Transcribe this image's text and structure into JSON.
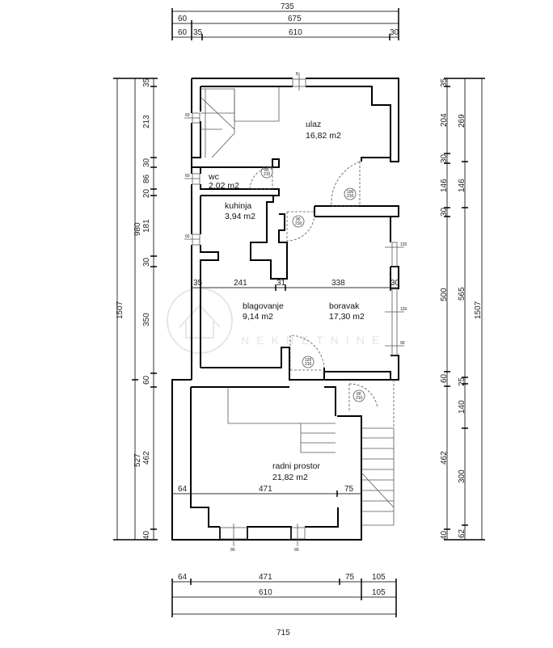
{
  "dimensions": {
    "top": {
      "overall": "735",
      "row2": [
        "60",
        "675"
      ],
      "row3": [
        "60",
        "35",
        "610",
        "30"
      ]
    },
    "bottom": {
      "row1": [
        "64",
        "471",
        "75",
        "105"
      ],
      "row2": [
        "610",
        "105"
      ],
      "overall": "715"
    },
    "left": {
      "overall": "1507",
      "row2": [
        "980",
        "527"
      ],
      "row3": [
        "35",
        "213",
        "30",
        "86",
        "20",
        "181",
        "30",
        "350",
        "60",
        "462",
        "40"
      ]
    },
    "right": {
      "row1": [
        "35",
        "204",
        "30",
        "146",
        "30",
        "500",
        "60",
        "462",
        "40"
      ],
      "row2": [
        "269",
        "146",
        "565",
        "25",
        "140",
        "300",
        "62"
      ],
      "overall": "1507"
    },
    "interior": {
      "row_a": [
        "35",
        "241",
        "31",
        "338",
        "30"
      ],
      "row_b": [
        "64",
        "471",
        "75"
      ]
    }
  },
  "rooms": [
    {
      "name": "ulaz",
      "area": "16,82 m2"
    },
    {
      "name": "wc",
      "area": "2,02 m2"
    },
    {
      "name": "kuhinja",
      "area": "3,94 m2"
    },
    {
      "name": "blagovanje",
      "area": "9,14 m2"
    },
    {
      "name": "boravak",
      "area": "17,30 m2"
    },
    {
      "name": "radni prostor",
      "area": "21,82 m2"
    }
  ],
  "doors": [
    {
      "w": "80",
      "h": "210"
    },
    {
      "w": "100",
      "h": "210"
    },
    {
      "w": "90",
      "h": "210"
    },
    {
      "w": "120",
      "h": "210"
    },
    {
      "w": "90",
      "h": "210"
    }
  ],
  "windows": {
    "left": [
      "60",
      "60",
      "60"
    ],
    "right": [
      "120",
      "120",
      "90"
    ],
    "top": "8",
    "bottom": [
      "90",
      "90"
    ]
  },
  "watermark": {
    "line2": "NEKRETNINE"
  }
}
